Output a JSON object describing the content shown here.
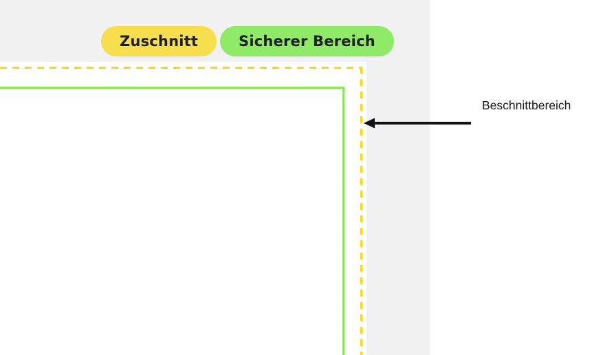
{
  "legend": {
    "trim": {
      "label": "Zuschnitt"
    },
    "safe": {
      "label": "Sicherer Bereich"
    }
  },
  "annotation": {
    "label": "Beschnittbereich"
  },
  "colors": {
    "trim": "#FFD60A",
    "trim_badge": "#F6DE4D",
    "safe": "#89E854",
    "safe_badge": "#8FEA68",
    "panel": "#F1F1F1",
    "canvas": "#FFFFFF",
    "arrow": "#111111",
    "text": "#1F1F1F",
    "label_text": "#1A1A1A"
  }
}
